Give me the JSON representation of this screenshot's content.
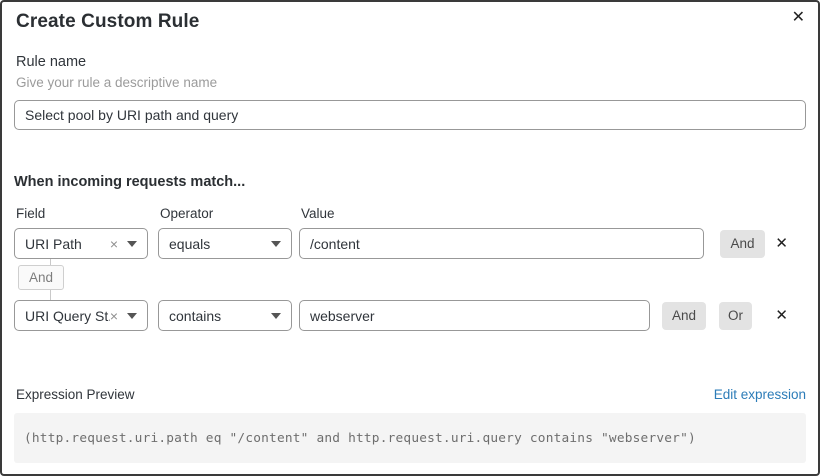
{
  "dialog": {
    "title": "Create Custom Rule"
  },
  "icons": {
    "close": "✕",
    "delete": "✕",
    "clear": "×",
    "caret": "dropdown-caret-down"
  },
  "rule_name": {
    "label": "Rule name",
    "hint": "Give your rule a descriptive name",
    "value": "Select pool by URI path and query"
  },
  "match_section": {
    "heading": "When incoming requests match...",
    "columns": {
      "field": "Field",
      "operator": "Operator",
      "value": "Value"
    },
    "rows": [
      {
        "field": "URI Path",
        "operator": "equals",
        "value": "/content",
        "buttons": {
          "and": "And"
        }
      },
      {
        "field": "URI Query St...",
        "operator": "contains",
        "value": "webserver",
        "buttons": {
          "and": "And",
          "or": "Or"
        }
      }
    ],
    "connector_label": "And"
  },
  "expression": {
    "label": "Expression Preview",
    "edit_link": "Edit expression",
    "code": "(http.request.uri.path eq \"/content\" and http.request.uri.query contains \"webserver\")"
  },
  "colors": {
    "dialog_border": "#3a3a3a",
    "input_border": "#989898",
    "button_bg": "#e3e3e3",
    "link_blue": "#2c7cb8",
    "expr_bg": "#f4f4f4",
    "secondary_text": "#9b9b9b"
  }
}
